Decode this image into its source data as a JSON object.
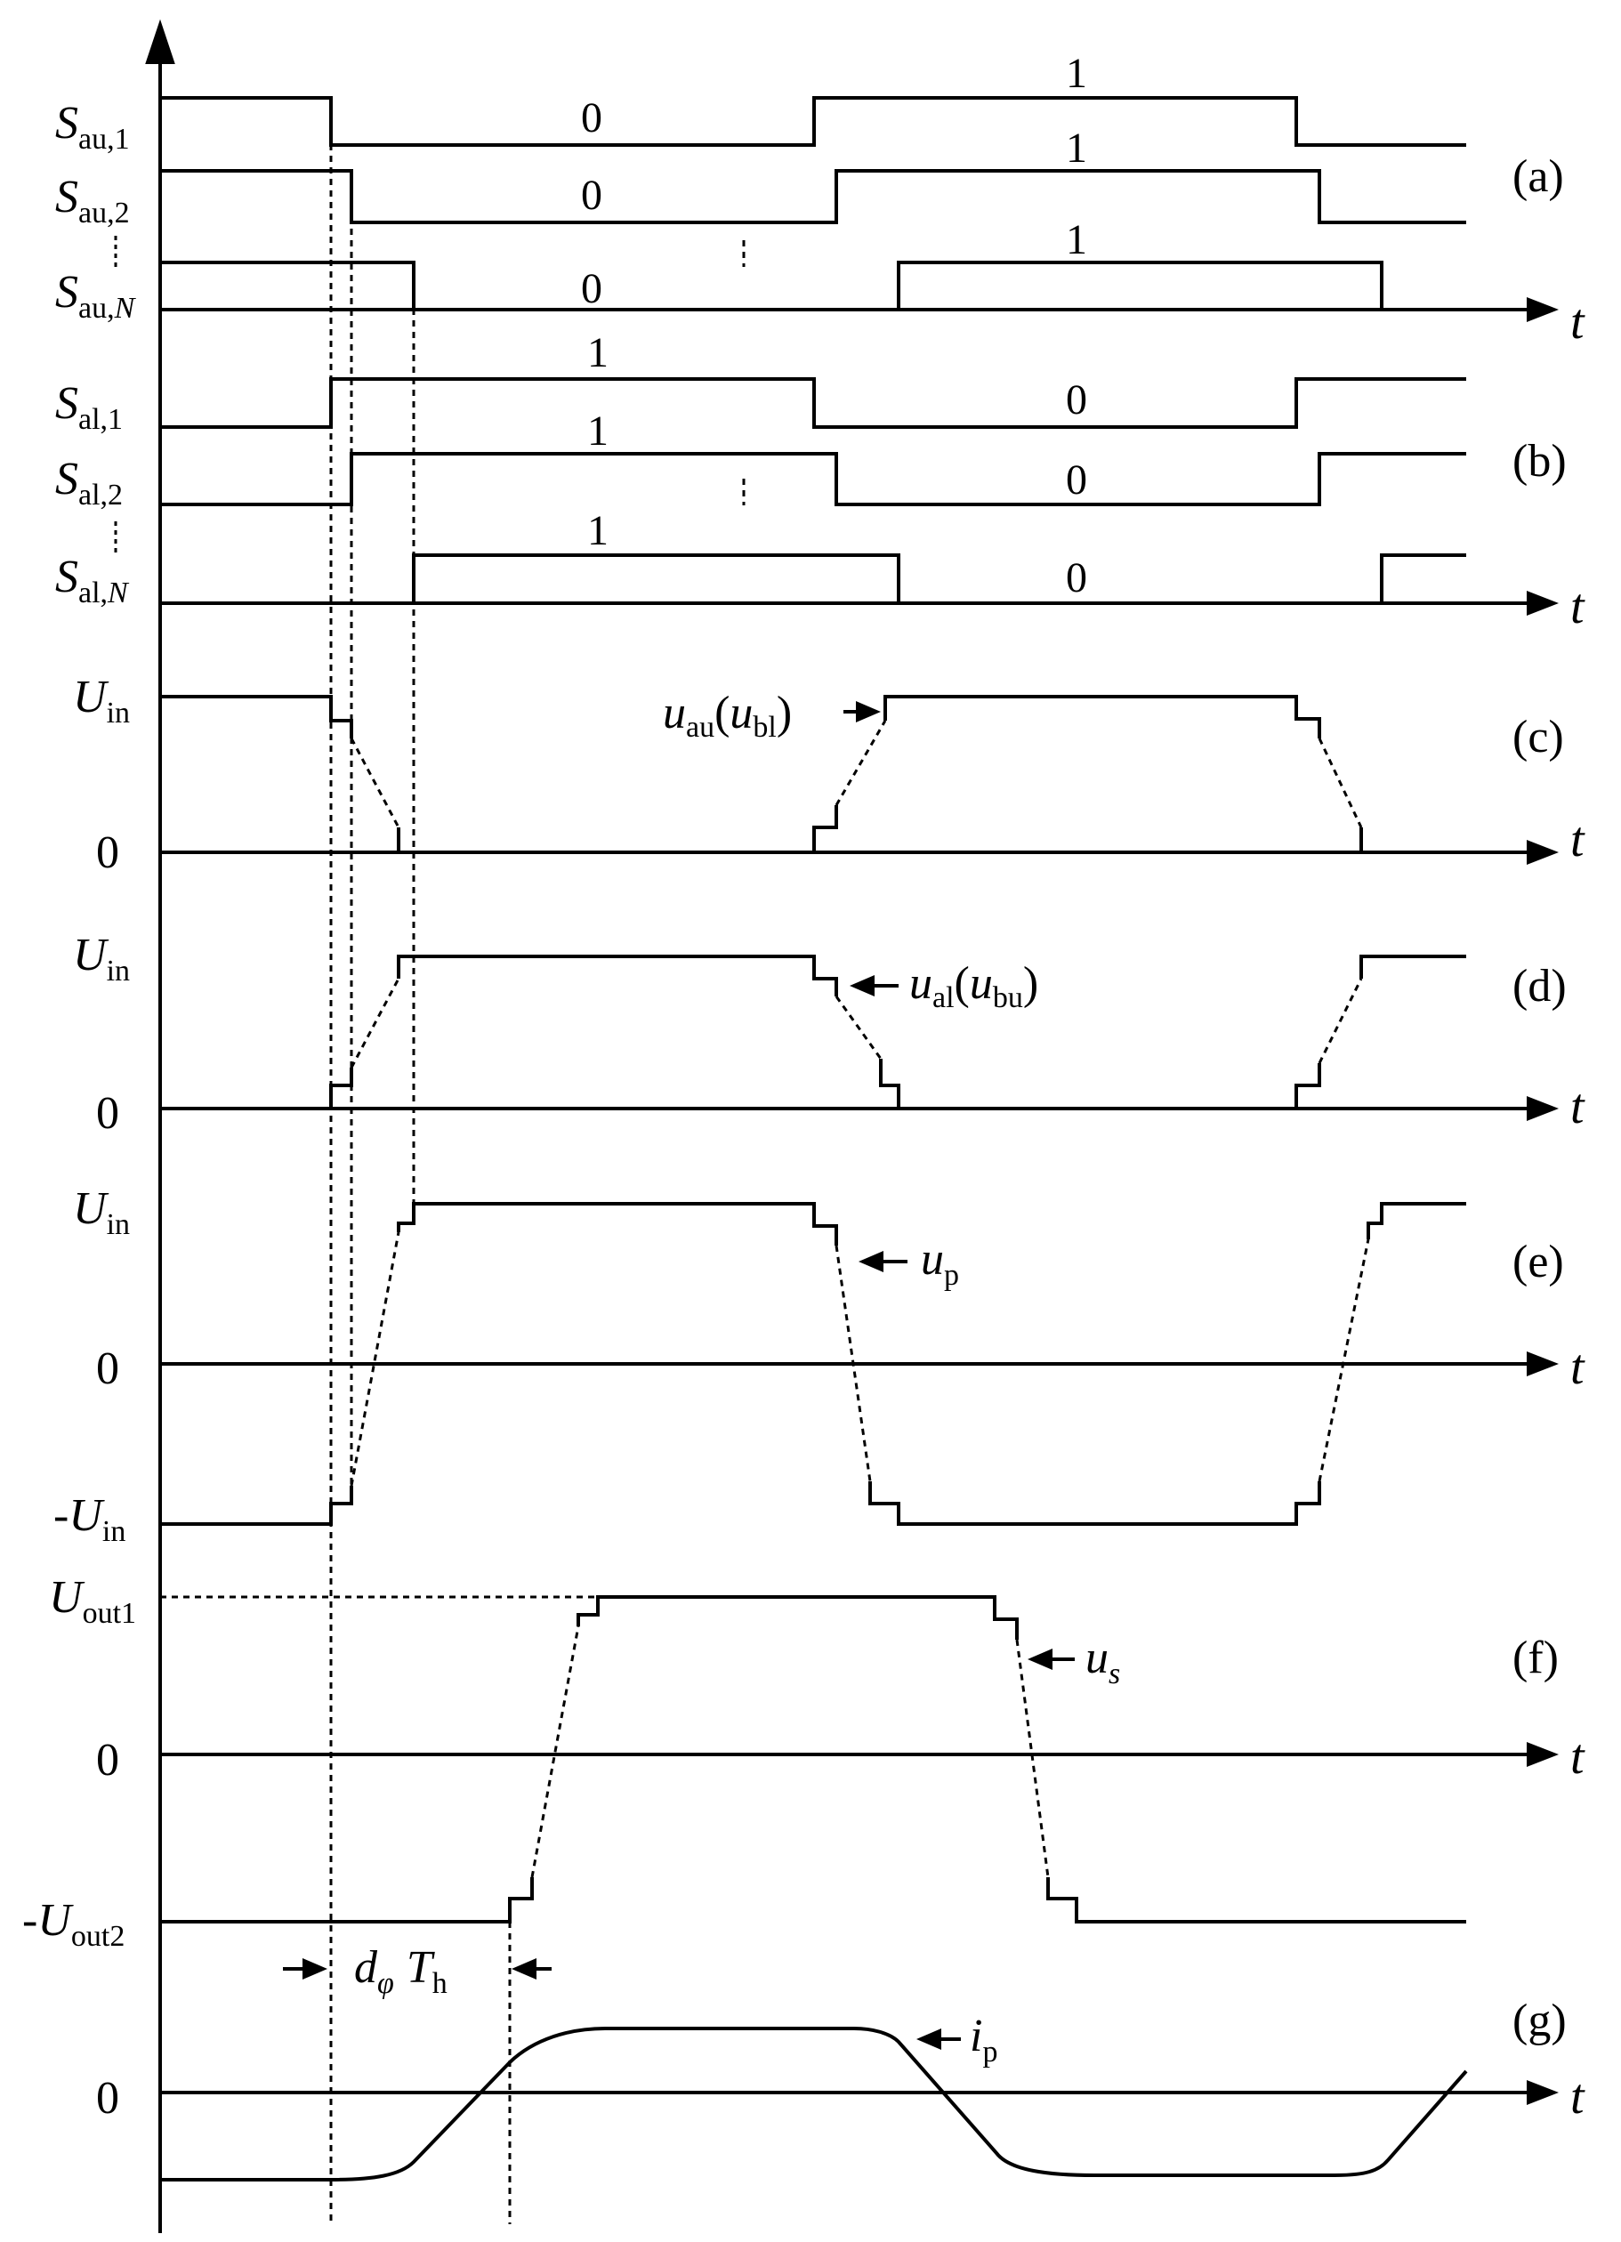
{
  "left_labels": {
    "sau1": {
      "main": "S",
      "sub": "au,1"
    },
    "sau2": {
      "main": "S",
      "sub": "au,2"
    },
    "sauN": {
      "main": "S",
      "sub": "au,",
      "sub_italic": "N"
    },
    "sal1": {
      "main": "S",
      "sub": "al,1"
    },
    "sal2": {
      "main": "S",
      "sub": "al,2"
    },
    "salN": {
      "main": "S",
      "sub": "al,",
      "sub_italic": "N"
    },
    "uin_c": {
      "main": "U",
      "sub": "in"
    },
    "zero_c": "0",
    "uin_d": {
      "main": "U",
      "sub": "in"
    },
    "zero_d": "0",
    "uin_e": {
      "main": "U",
      "sub": "in"
    },
    "zero_e": "0",
    "neg_uin_e": {
      "prefix": "-",
      "main": "U",
      "sub": "in"
    },
    "uout1_f": {
      "main": "U",
      "sub": "out1"
    },
    "zero_f": "0",
    "neg_uout2_f": {
      "prefix": "-",
      "main": "U",
      "sub": "out2"
    },
    "zero_g": "0"
  },
  "state_values": {
    "a_row1": [
      "0",
      "1"
    ],
    "a_row2": [
      "0",
      "1"
    ],
    "a_rowN": [
      "0",
      "1"
    ],
    "b_row1": [
      "1",
      "0"
    ],
    "b_row2": [
      "1",
      "0"
    ],
    "b_rowN": [
      "1",
      "0"
    ]
  },
  "panel_tags": [
    "(a)",
    "(b)",
    "(c)",
    "(d)",
    "(e)",
    "(f)",
    "(g)"
  ],
  "time_axis_label": "t",
  "waveform_labels": {
    "c": {
      "v1": "u",
      "s1": "au",
      "open": "(",
      "v2": "u",
      "s2": "bl",
      "close": ")"
    },
    "d": {
      "v1": "u",
      "s1": "al",
      "open": "(",
      "v2": "u",
      "s2": "bu",
      "close": ")"
    },
    "e": {
      "v": "u",
      "s": "p"
    },
    "f": {
      "v": "u",
      "s": "s"
    },
    "g": {
      "v": "i",
      "s": "p"
    }
  },
  "phase_shift_label": {
    "d": "d",
    "phi": "φ",
    "T": "T",
    "h": "h"
  },
  "colors": {
    "ink": "#000000",
    "background": "#ffffff"
  }
}
